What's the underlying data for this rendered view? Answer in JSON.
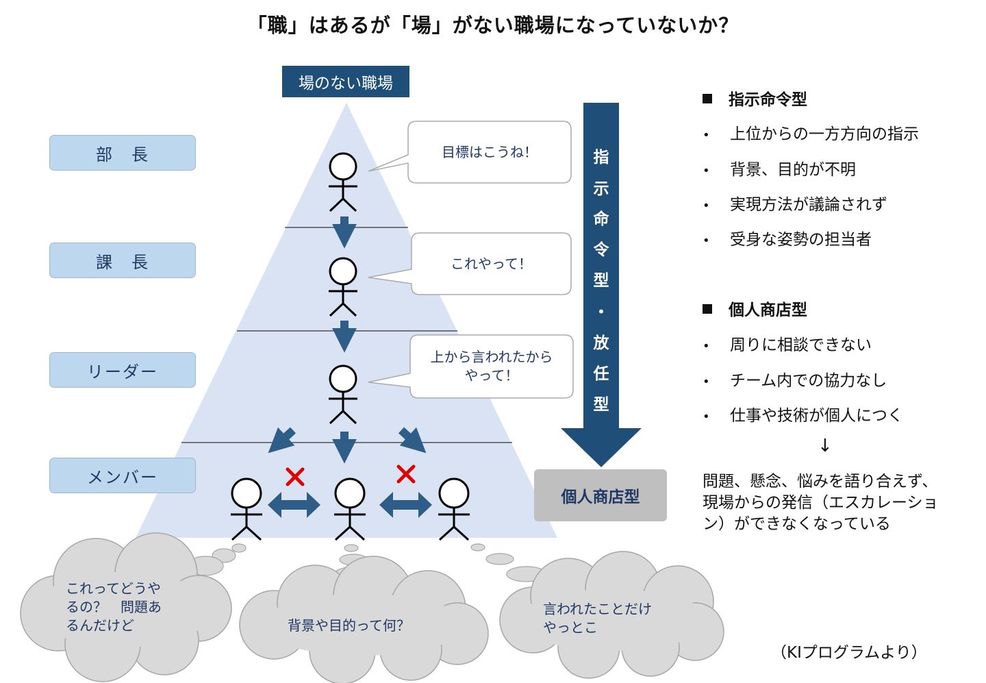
{
  "title": "「職」はあるが「場」がない職場になっていないか？",
  "pyramid_label": "場のない職場",
  "roles": [
    "部　長",
    "課　長",
    "リーダー",
    "メンバー"
  ],
  "speech_bubbles": [
    "目標はこうね！",
    "これやって！",
    "上から言われたから\nやって！"
  ],
  "thought_clouds": [
    "これってどうや\nるの？　問題あ\nるんだけど",
    "背景や目的って何？",
    "言われたことだけ\nやっとこ"
  ],
  "arrow_label_chars": [
    "指",
    "示",
    "命",
    "令",
    "型",
    "・",
    "放",
    "任",
    "型"
  ],
  "individual_shop_label": "個人商店型",
  "sections": [
    {
      "heading": "指示命令型",
      "items": [
        "上位からの一方方向の指示",
        "背景、目的が不明",
        "実現方法が議論されず",
        "受身な姿勢の担当者"
      ]
    },
    {
      "heading": "個人商店型",
      "items": [
        "周りに相談できない",
        "チーム内での協力なし",
        "仕事や技術が個人につく"
      ]
    }
  ],
  "result_arrow": "↓",
  "conclusion": "問題、懸念、悩みを語り合えず、現場からの発信（エスカレーション）ができなくなっている",
  "source": "（KIプログラムより）",
  "colors": {
    "pyramid": "#dae3f3",
    "dark_blue": "#1f4e79",
    "arrow_blue": "#2e5d87",
    "role_box": "#bdd7ee",
    "cloud": "#d9d9d9",
    "cross": "#e00000",
    "shop_box": "#bfbfbf"
  }
}
